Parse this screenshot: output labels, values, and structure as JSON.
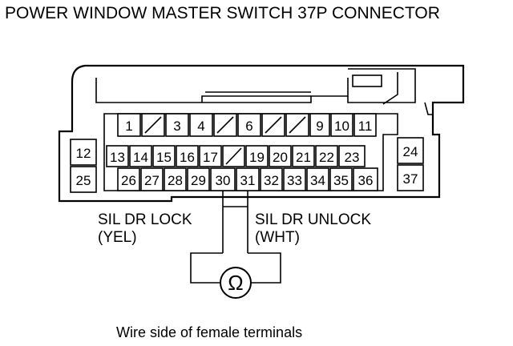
{
  "title": "POWER WINDOW MASTER SWITCH 37P CONNECTOR",
  "caption": "Wire side of female terminals",
  "meter_symbol": "Ω",
  "labels": {
    "left_name": "SIL DR LOCK",
    "left_color": "(YEL)",
    "right_name": "SIL DR UNLOCK",
    "right_color": "(WHT)"
  },
  "pins": {
    "p1": "1",
    "p3": "3",
    "p4": "4",
    "p6": "6",
    "p9": "9",
    "p10": "10",
    "p11": "11",
    "p12": "12",
    "p13": "13",
    "p14": "14",
    "p15": "15",
    "p16": "16",
    "p17": "17",
    "p19": "19",
    "p20": "20",
    "p21": "21",
    "p22": "22",
    "p23": "23",
    "p24": "24",
    "p25": "25",
    "p26": "26",
    "p27": "27",
    "p28": "28",
    "p29": "29",
    "p30": "30",
    "p31": "31",
    "p32": "32",
    "p33": "33",
    "p34": "34",
    "p35": "35",
    "p36": "36",
    "p37": "37"
  }
}
